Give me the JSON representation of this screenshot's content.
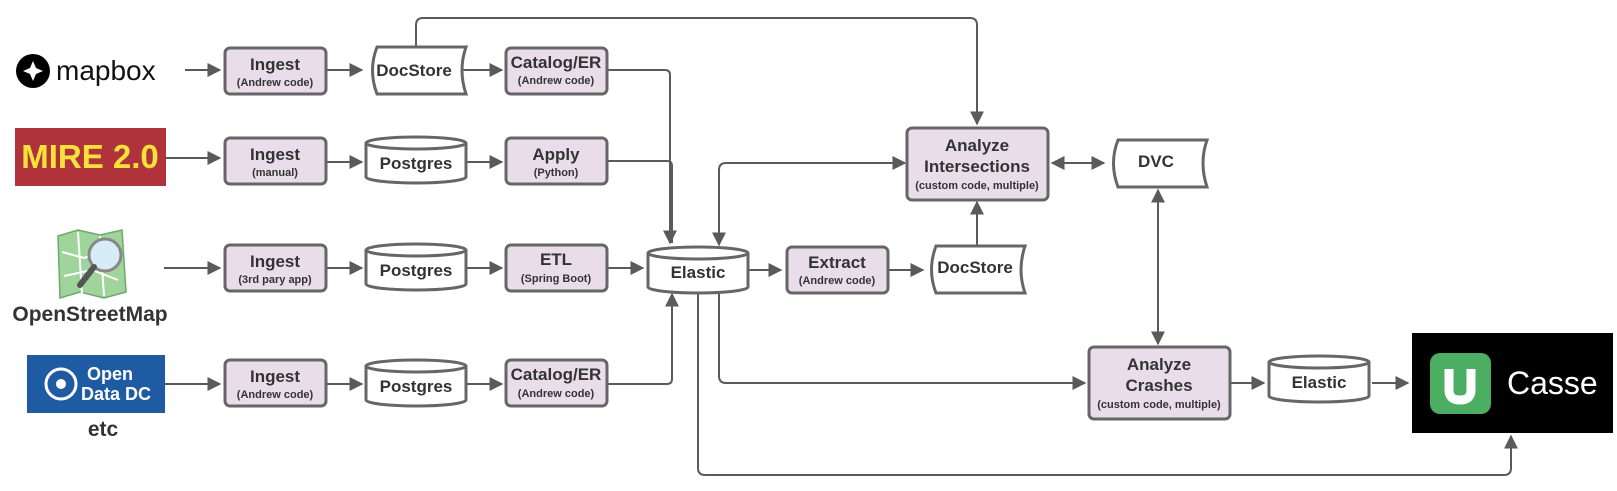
{
  "sources": {
    "mapbox": "mapbox",
    "mire": "MIRE 2.0",
    "osm": "OpenStreetMap",
    "odc_line1": "Open",
    "odc_line2": "Data DC",
    "etc": "etc"
  },
  "nodes": {
    "ingest1": {
      "title": "Ingest",
      "sub": "(Andrew code)"
    },
    "ingest2": {
      "title": "Ingest",
      "sub": "(manual)"
    },
    "ingest3": {
      "title": "Ingest",
      "sub": "(3rd pary app)"
    },
    "ingest4": {
      "title": "Ingest",
      "sub": "(Andrew code)"
    },
    "docstore1": "DocStore",
    "postgres1": "Postgres",
    "postgres2": "Postgres",
    "postgres3": "Postgres",
    "catalog1": {
      "title": "Catalog/ER",
      "sub": "(Andrew code)"
    },
    "apply": {
      "title": "Apply",
      "sub": "(Python)"
    },
    "etl": {
      "title": "ETL",
      "sub": "(Spring Boot)"
    },
    "catalog2": {
      "title": "Catalog/ER",
      "sub": "(Andrew code)"
    },
    "elastic1": "Elastic",
    "extract": {
      "title": "Extract",
      "sub": "(Andrew code)"
    },
    "docstore2": "DocStore",
    "intersections": {
      "line1": "Analyze",
      "line2": "Intersections",
      "sub": "(custom code, multiple)"
    },
    "dvc": "DVC",
    "crashes": {
      "line1": "Analyze",
      "line2": "Crashes",
      "sub": "(custom code, multiple)"
    },
    "elastic2": "Elastic",
    "casse": "Casse"
  },
  "colors": {
    "process_fill": "#e8dde9",
    "stroke": "#666666",
    "mire_bg": "#b0323a",
    "mire_text": "#f7e23b",
    "odc_bg": "#1f5ba3",
    "casse_bg": "#000000",
    "casse_badge": "#4cae63"
  }
}
